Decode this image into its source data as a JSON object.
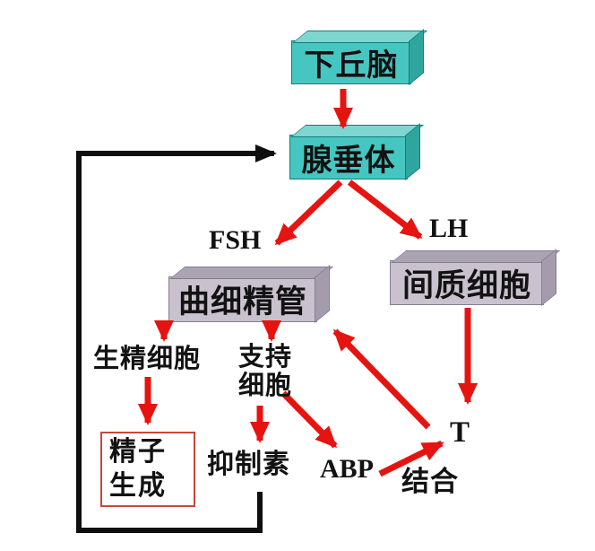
{
  "nodes": {
    "hypothalamus": {
      "label": "下丘脑"
    },
    "pituitary": {
      "label": "腺垂体"
    },
    "seminiferous_tubules": {
      "label": "曲细精管"
    },
    "interstitial_cells": {
      "label": "间质细胞"
    }
  },
  "labels": {
    "fsh": "FSH",
    "lh": "LH",
    "spermatogenic_cells": "生精细胞",
    "sertoli_cells_line1": "支持",
    "sertoli_cells_line2": "细胞",
    "sperm_production_line1": "精子",
    "sperm_production_line2": "生成",
    "inhibin": "抑制素",
    "abp": "ABP",
    "testosterone": "T",
    "binding": "结合"
  },
  "edges": [
    {
      "from": "下丘脑",
      "to": "腺垂体",
      "color": "red"
    },
    {
      "from": "腺垂体",
      "to": "曲细精管",
      "label": "FSH",
      "color": "red"
    },
    {
      "from": "腺垂体",
      "to": "间质细胞",
      "label": "LH",
      "color": "red"
    },
    {
      "from": "曲细精管",
      "to": "生精细胞",
      "color": "red"
    },
    {
      "from": "曲细精管",
      "to": "支持细胞",
      "color": "red"
    },
    {
      "from": "生精细胞",
      "to": "精子生成",
      "color": "red"
    },
    {
      "from": "支持细胞",
      "to": "抑制素",
      "color": "red"
    },
    {
      "from": "支持细胞",
      "to": "ABP",
      "color": "red"
    },
    {
      "from": "ABP",
      "to": "T",
      "label": "结合",
      "color": "red"
    },
    {
      "from": "间质细胞",
      "to": "T",
      "color": "red"
    },
    {
      "from": "T",
      "to": "曲细精管",
      "color": "red"
    },
    {
      "from": "抑制素",
      "to": "腺垂体",
      "color": "black",
      "type": "feedback-loop"
    }
  ],
  "colors": {
    "box_teal_front": "#46c6c0",
    "box_teal_top": "#7dd6d0",
    "box_teal_side": "#2fa5a0",
    "box_purple_front": "#c9c2ce",
    "box_purple_top": "#aaa3b2",
    "box_purple_side": "#a49cac",
    "arrow_red": "#e51410",
    "line_black": "#0f0f0f",
    "sperm_box_border": "#c8473c"
  }
}
